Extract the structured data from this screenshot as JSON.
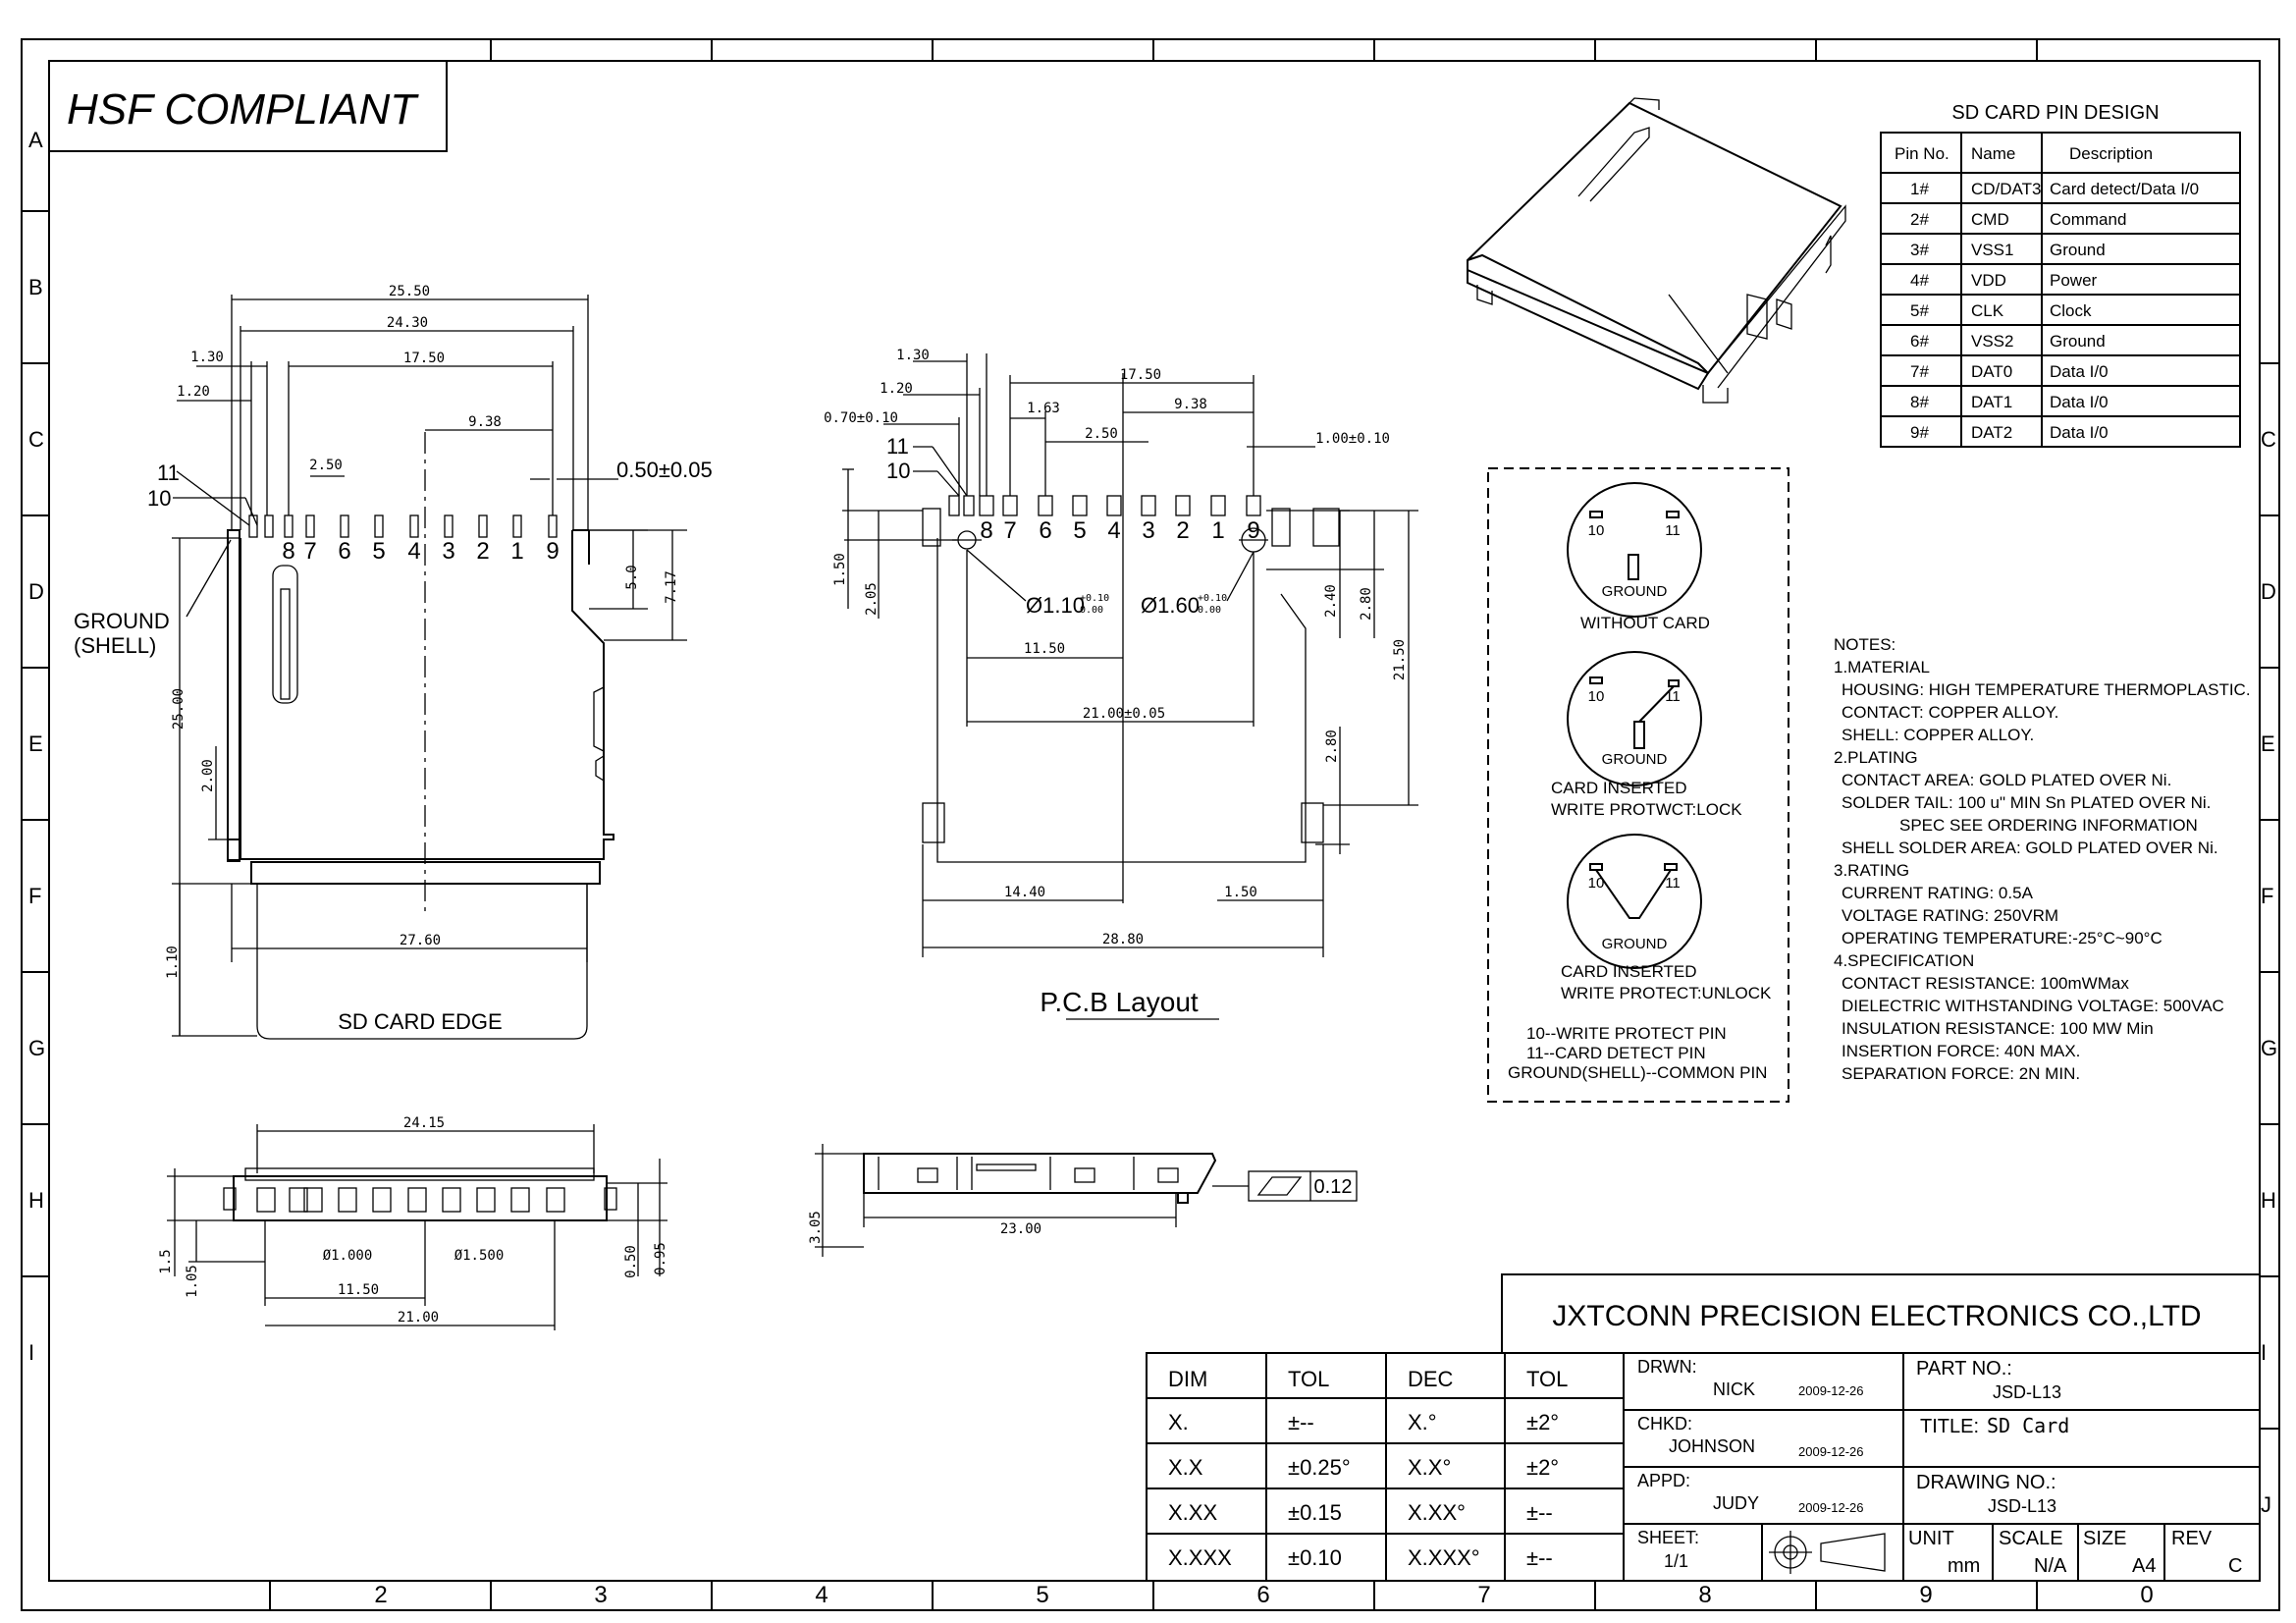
{
  "hsf_badge": "HSF COMPLIANT",
  "frame": {
    "row_letters_left": [
      "A",
      "B",
      "C",
      "D",
      "E",
      "F",
      "G",
      "H",
      "I"
    ],
    "row_letters_right": [
      "C",
      "D",
      "E",
      "F",
      "G",
      "H",
      "I",
      "J"
    ],
    "column_numbers": [
      "2",
      "3",
      "4",
      "5",
      "6",
      "7",
      "8",
      "9",
      "0"
    ]
  },
  "pin_table": {
    "title": "SD CARD PIN DESIGN",
    "headers": [
      "Pin No.",
      "Name",
      "Description"
    ],
    "rows": [
      [
        "1#",
        "CD/DAT3",
        "Card detect/Data I/0"
      ],
      [
        "2#",
        "CMD",
        "Command"
      ],
      [
        "3#",
        "VSS1",
        "Ground"
      ],
      [
        "4#",
        "VDD",
        "Power"
      ],
      [
        "5#",
        "CLK",
        "Clock"
      ],
      [
        "6#",
        "VSS2",
        "Ground"
      ],
      [
        "7#",
        "DAT0",
        "Data I/0"
      ],
      [
        "8#",
        "DAT1",
        "Data I/0"
      ],
      [
        "9#",
        "DAT2",
        "Data I/0"
      ]
    ]
  },
  "front_view": {
    "dims": [
      "25.50",
      "24.30",
      "17.50",
      "9.38",
      "2.50",
      "1.30",
      "1.20",
      "0.50±0.05",
      "5.0",
      "7.17",
      "25.00",
      "2.00",
      "1.10",
      "27.60"
    ],
    "pin_numbers": [
      "8",
      "7",
      "6",
      "5",
      "4",
      "3",
      "2",
      "1",
      "9"
    ],
    "callouts": [
      "11",
      "10",
      "GROUND",
      "(SHELL)"
    ],
    "edge_label": "SD CARD EDGE"
  },
  "pcb_layout": {
    "dims": [
      "1.30",
      "1.20",
      "0.70±0.10",
      "17.50",
      "9.38",
      "1.63",
      "2.50",
      "1.00±0.10",
      "1.50",
      "2.05",
      "2.40",
      "2.80",
      "21.50",
      "11.50",
      "21.00±0.05",
      "2.80",
      "14.40",
      "1.50",
      "28.80"
    ],
    "holes": [
      "Ø1.10",
      "Ø1.60"
    ],
    "hole_tol_a": [
      "+0.10",
      "0.00"
    ],
    "hole_tol_b": [
      "+0.10",
      "0.00"
    ],
    "pin_numbers": [
      "8",
      "7",
      "6",
      "5",
      "4",
      "3",
      "2",
      "1",
      "9"
    ],
    "callouts": [
      "11",
      "10"
    ],
    "caption": "P.C.B Layout"
  },
  "switch_states": {
    "pin_a": "10",
    "pin_b": "11",
    "ground": "GROUND",
    "states": [
      "WITHOUT CARD",
      "CARD INSERTED",
      "WRITE PROTWCT:LOCK",
      "CARD INSERTED",
      "WRITE PROTECT:UNLOCK"
    ],
    "legend": [
      "10--WRITE PROTECT PIN",
      "11--CARD DETECT PIN",
      "GROUND(SHELL)--COMMON PIN"
    ]
  },
  "notes": [
    "NOTES:",
    "1.MATERIAL",
    "HOUSING: HIGH TEMPERATURE THERMOPLASTIC.",
    "CONTACT: COPPER ALLOY.",
    "SHELL: COPPER ALLOY.",
    "2.PLATING",
    "CONTACT AREA: GOLD PLATED OVER Ni.",
    "SOLDER TAIL: 100 u\" MIN Sn PLATED OVER Ni.",
    "SPEC SEE ORDERING INFORMATION",
    "SHELL SOLDER AREA: GOLD PLATED OVER Ni.",
    "3.RATING",
    "CURRENT RATING: 0.5A",
    "VOLTAGE RATING: 250VRM",
    "OPERATING TEMPERATURE:-25°C~90°C",
    "4.SPECIFICATION",
    "CONTACT RESISTANCE: 100mWMax",
    "DIELECTRIC WITHSTANDING VOLTAGE: 500VAC",
    "INSULATION RESISTANCE: 100 MW Min",
    "INSERTION FORCE: 40N MAX.",
    "SEPARATION FORCE: 2N MIN."
  ],
  "bottom_view": {
    "dims": [
      "24.15",
      "1.5",
      "1.05",
      "Ø1.000",
      "Ø1.500",
      "11.50",
      "21.00",
      "0.50",
      "0.95"
    ]
  },
  "side_view": {
    "dims": [
      "3.05",
      "23.00"
    ],
    "flatness": "0.12"
  },
  "title_block": {
    "company": "JXTCONN  PRECISION  ELECTRONICS  CO.,LTD",
    "tolerance_table": {
      "headers": [
        "DIM",
        "TOL",
        "DEC",
        "TOL"
      ],
      "rows": [
        [
          "X.",
          "±--",
          "X.°",
          "±2°"
        ],
        [
          "X.X",
          "±0.25°",
          "X.X°",
          "±2°"
        ],
        [
          "X.XX",
          "±0.15",
          "X.XX°",
          "±--"
        ],
        [
          "X.XXX",
          "±0.10",
          "X.XXX°",
          "±--"
        ]
      ]
    },
    "drwn_label": "DRWN:",
    "drwn_name": "NICK",
    "drwn_date": "2009-12-26",
    "chkd_label": "CHKD:",
    "chkd_name": "JOHNSON",
    "chkd_date": "2009-12-26",
    "appd_label": "APPD:",
    "appd_name": "JUDY",
    "appd_date": "2009-12-26",
    "sheet_label": "SHEET:",
    "sheet_value": "1/1",
    "part_label": "PART NO.:",
    "part_value": "JSD-L13",
    "title_label": "TITLE:",
    "title_value": "SD Card",
    "drawing_label": "DRAWING NO.:",
    "drawing_value": "JSD-L13",
    "unit_label": "UNIT",
    "unit_value": "mm",
    "scale_label": "SCALE",
    "scale_value": "N/A",
    "size_label": "SIZE",
    "size_value": "A4",
    "rev_label": "REV",
    "rev_value": "C"
  }
}
